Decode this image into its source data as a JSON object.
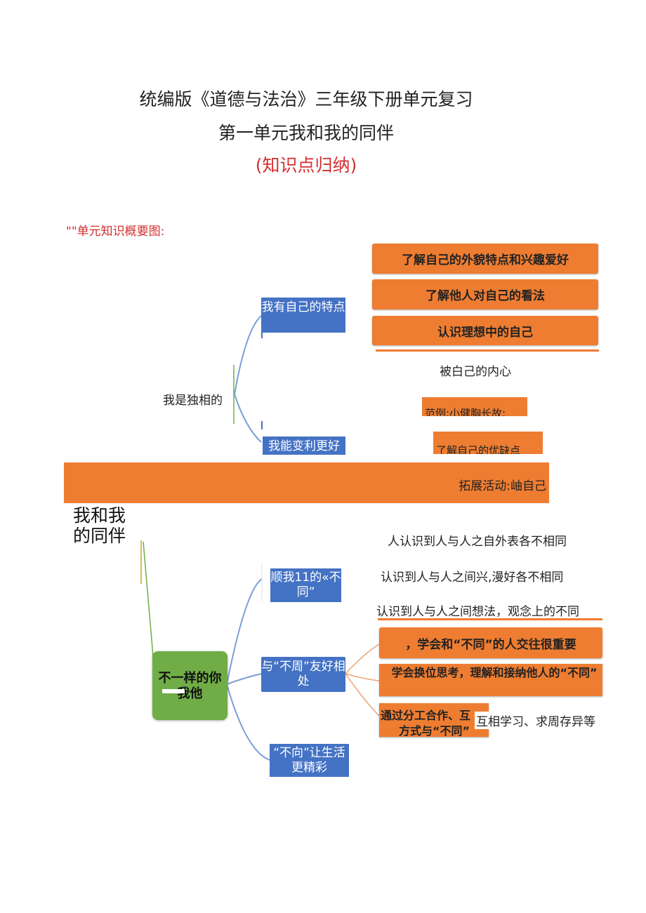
{
  "header": {
    "title_line1": "统编版《道德与法治》三年级下册单元复习",
    "title_line2": "第一单元我和我的同伴",
    "title_line3": "(知识点归纳)"
  },
  "section_label": "\"\"单元知识概要图:",
  "map1": {
    "root": "我是独相的",
    "branch1": "我有自己的特点",
    "branch2": "我能变利更好",
    "leaves": [
      "了解自己的外貌特点和兴趣爱好",
      "了解他人对自己的看法",
      "认识理想中的自己"
    ],
    "note": "被白己的内心",
    "clipped_leaf1": "范例:小健胸长故:",
    "clipped_leaf2": "了解自己的优缺点",
    "banner": "拓展活动:岫自己"
  },
  "map2": {
    "unit": "我和我的同伴",
    "root": "不一样的你我他",
    "branch1": "顺我11的«不同”",
    "branch2": "与“不周”友好相处",
    "branch3": "“不向”让生活更精彩",
    "text_leaves": [
      "人认识到人与人之自外表各不相同",
      "认识到人与人之间兴,漫好各不相同",
      "认识到人与人之间想法，观念上的不同"
    ],
    "orange_leaves": [
      "，学会和“不同”的人交往很重要",
      "学会换位思考，理解和接纳他人的“不同”",
      "通过分工合作、互"
    ],
    "last_leaf_line2": "方式与“不同”",
    "last_leaf_overlay": "互相学习、求周存异等"
  },
  "colors": {
    "orange": "#ee7d31",
    "blue": "#4472c4",
    "green": "#70ad47",
    "red": "#d32f2f"
  }
}
